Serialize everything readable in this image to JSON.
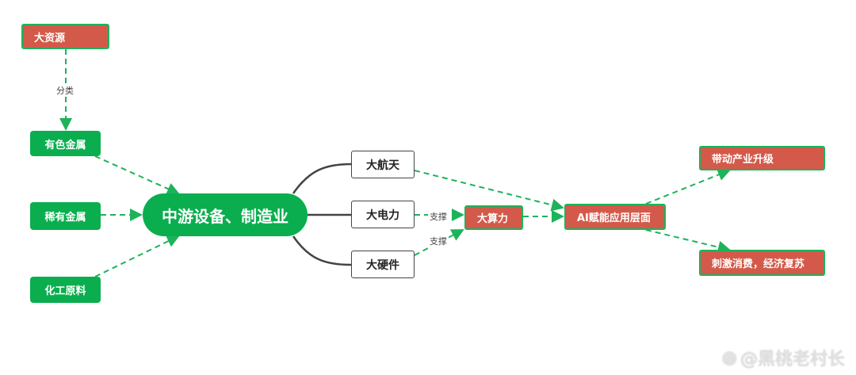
{
  "nodes": {
    "big_resources": "大资源",
    "nonferrous": "有色金属",
    "rare_metals": "稀有金属",
    "chemicals": "化工原料",
    "midstream": "中游设备、制造业",
    "aerospace": "大航天",
    "power": "大电力",
    "hardware": "大硬件",
    "compute": "大算力",
    "ai_app": "AI赋能应用层面",
    "upgrade": "带动产业升级",
    "consumption": "刺激消费，经济复苏"
  },
  "edge_labels": {
    "classify": "分类",
    "support1": "支撑",
    "support2": "支撑"
  },
  "watermark": "@黑桃老村长",
  "colors": {
    "red": "#d35a4a",
    "green": "#0aae4e",
    "dash": "#1db35a"
  }
}
